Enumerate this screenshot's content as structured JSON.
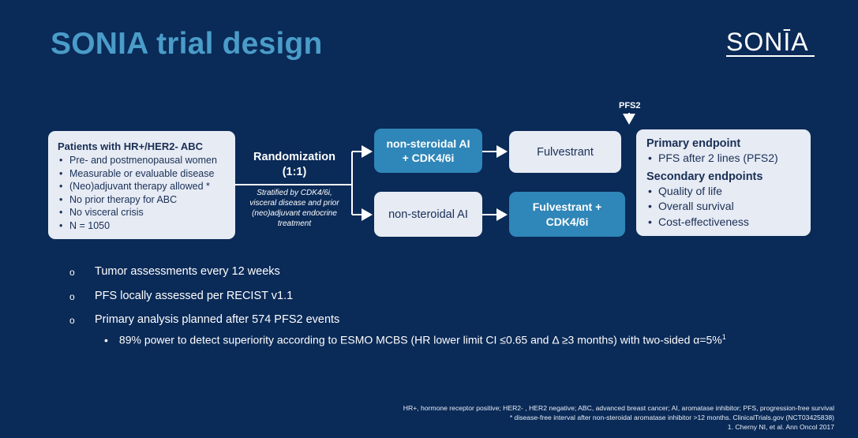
{
  "title": "SONIA trial design",
  "logo": {
    "text": "SONĪA"
  },
  "patients": {
    "heading": "Patients with HR+/HER2- ABC",
    "items": [
      "Pre- and postmenopausal women",
      "Measurable or evaluable disease",
      "(Neo)adjuvant therapy allowed *",
      "No prior therapy for ABC",
      "No visceral crisis",
      "N = 1050"
    ]
  },
  "randomization": {
    "line1": "Randomization",
    "line2": "(1:1)",
    "strat1": "Stratified by CDK4/6i,",
    "strat2": "visceral disease and prior",
    "strat3": "(neo)adjuvant endocrine",
    "strat4": "treatment"
  },
  "arms": {
    "a_first": [
      "non-steroidal AI",
      "+ CDK4/6i"
    ],
    "a_second": "Fulvestrant",
    "b_first": "non-steroidal AI",
    "b_second": [
      "Fulvestrant +",
      "CDK4/6i"
    ]
  },
  "pfs2_label": "PFS2",
  "endpoints": {
    "primary_heading": "Primary endpoint",
    "primary_items": [
      "PFS after 2 lines (PFS2)"
    ],
    "secondary_heading": "Secondary endpoints",
    "secondary_items": [
      "Quality of life",
      "Overall survival",
      "Cost-effectiveness"
    ]
  },
  "bullets": [
    "Tumor assessments every 12 weeks",
    "PFS locally assessed per RECIST v1.1",
    "Primary analysis planned after 574 PFS2 events"
  ],
  "bullet_marker": "o",
  "sub_bullet": {
    "marker": "•",
    "text": "89% power to detect superiority according to ESMO MCBS (HR lower limit CI ≤0.65 and Δ ≥3 months) with two-sided α=5%",
    "sup": "1"
  },
  "footer": [
    "HR+, hormone receptor positive; HER2- , HER2 negative; ABC, advanced breast cancer; AI, aromatase inhibitor; PFS, progression-free survival",
    "* disease-free interval after non-steroidal aromatase inhibitor >12 months. ClinicalTrials.gov (NCT03425838)",
    "1. Cherny NI, et al. Ann Oncol 2017"
  ],
  "colors": {
    "background": "#0a2a57",
    "accent": "#4a9cc9",
    "box_blue": "#2f86b8",
    "box_light": "#e6ebf4"
  }
}
